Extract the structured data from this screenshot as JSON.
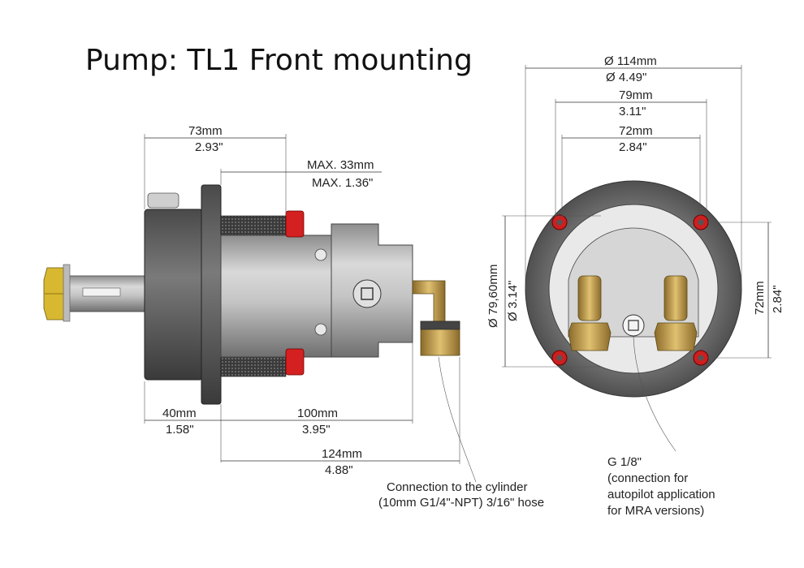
{
  "title": "Pump: TL1 Front mounting",
  "side_view": {
    "dims": {
      "width_top_mm": "73mm",
      "width_top_in": "2.93\"",
      "max_mm": "MAX. 33mm",
      "max_in": "MAX. 1.36\"",
      "shaft_mm": "40mm",
      "shaft_in": "1.58\"",
      "body_mm": "100mm",
      "body_in": "3.95\"",
      "total_mm": "124mm",
      "total_in": "4.88\""
    },
    "note_lines": [
      "Connection to the cylinder",
      "(10mm G1/4\"-NPT) 3/16\" hose"
    ]
  },
  "front_view": {
    "dims": {
      "dia_mm": "Ø 114mm",
      "dia_in": "Ø 4.49\"",
      "w79_mm": "79mm",
      "w79_in": "3.11\"",
      "w72_mm": "72mm",
      "w72_in": "2.84\"",
      "v_dia_mm": "Ø 79,60mm",
      "v_dia_in": "Ø 3.14\"",
      "v72_mm": "72mm",
      "v72_in": "2.84\""
    },
    "note_lines": [
      "G 1/8\"",
      "(connection for",
      "autopilot application",
      " for MRA versions)"
    ]
  }
}
